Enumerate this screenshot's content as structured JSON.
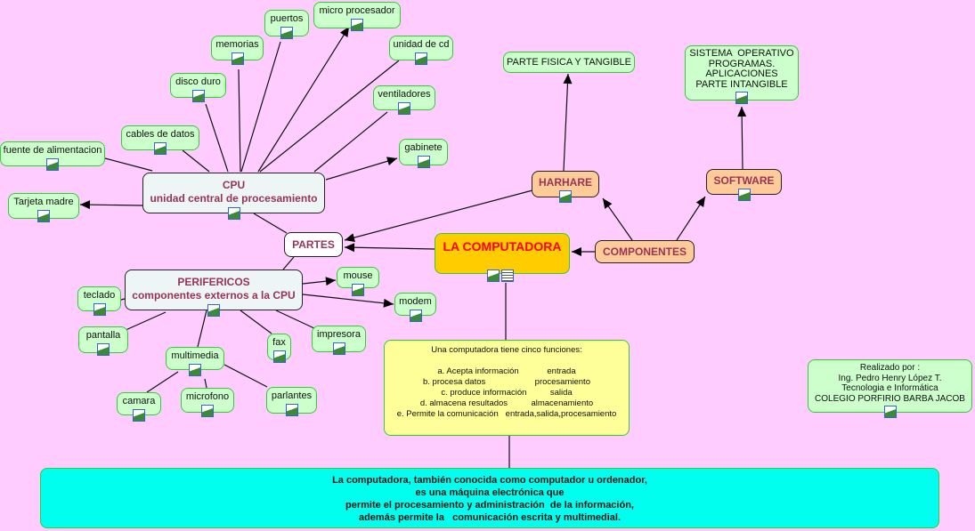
{
  "colors": {
    "background": "#ffccff",
    "leaf": "#ccffcc",
    "main": "#ffcc00",
    "category": "#ffcc99",
    "description": "#ffff99",
    "definition": "#00ffee",
    "title_text": "#ff0000"
  },
  "nodes": {
    "puertos": "puertos",
    "micro": "micro procesador",
    "memorias": "memorias",
    "unidad_cd": "unidad de cd",
    "disco": "disco duro",
    "ventiladores": "ventiladores",
    "cables": "cables de datos",
    "gabinete": "gabinete",
    "fuente": "fuente de alimentacion",
    "cpu_title": "CPU",
    "cpu_sub": "unidad central de procesamiento",
    "tarjeta": "Tarjeta madre",
    "partes": "PARTES",
    "computadora": "LA COMPUTADORA",
    "componentes": "COMPONENTES",
    "hardware": "HARHARE",
    "software": "SOFTWARE",
    "fisica": "PARTE FISICA Y TANGIBLE",
    "sistema": "SISTEMA  OPERATIVO\nPROGRAMAS.\nAPLICACIONES\nPARTE INTANGIBLE",
    "perif_title": "PERIFERICOS",
    "perif_sub": "componentes externos a la CPU",
    "mouse": "mouse",
    "modem": "modem",
    "teclado": "teclado",
    "pantalla": "pantalla",
    "fax": "fax",
    "impresora": "impresora",
    "multimedia": "multimedia",
    "camara": "camara",
    "microfono": "microfono",
    "parlantes": "parlantes",
    "funciones": "Una computadora tiene cinco funciones:\n\na. Acepta información            entrada\nb. procesa datos                     procesamiento\nc. produce información          salida\nd. almacena resultados          almacenamiento\ne. Permite la comunicación   entrada,salida,procesamiento",
    "autor": "Realizado por :\nIng. Pedro Henry López T.\nTecnologia e Informática\nCOLEGIO PORFIRIO BARBA JACOB",
    "definicion": "La computadora, también conocida como computador u ordenador,\nes una máquina electrónica que\npermite el procesamiento y administración  de la información,\nademás permite la   comunicación escrita y multimedial."
  },
  "icons": {
    "image": "image-icon",
    "document": "document-icon"
  }
}
